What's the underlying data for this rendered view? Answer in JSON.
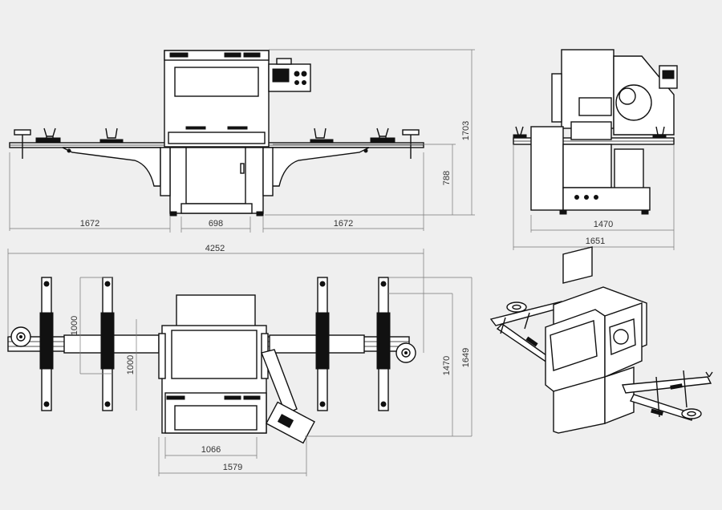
{
  "dimensions": {
    "front": {
      "left_width": "1672",
      "center_width": "698",
      "right_width": "1672",
      "height_total": "1703",
      "height_table": "788"
    },
    "side": {
      "inner_width": "1470",
      "outer_width": "1651"
    },
    "top": {
      "total_width": "4252",
      "arm_span_a": "1000",
      "arm_span_b": "1000",
      "depth_inner": "1470",
      "depth_outer": "1649",
      "body_width": "1066",
      "body_width_outer": "1579"
    }
  },
  "colors": {
    "background": "#efefef",
    "linework": "#111111",
    "dimension_lines": "#777777",
    "dimension_text": "#333333"
  }
}
